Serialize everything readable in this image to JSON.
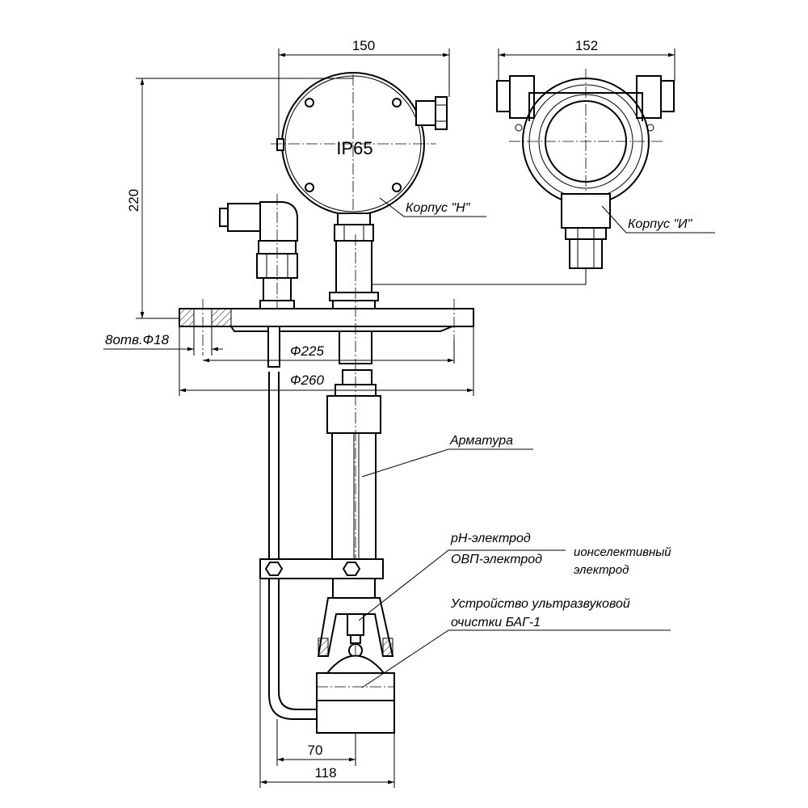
{
  "dimensions": {
    "d150": "150",
    "d152": "152",
    "d220": "220",
    "holes": "8отв.Ф18",
    "phi225": "Ф225",
    "phi260": "Ф260",
    "d70": "70",
    "d118": "118"
  },
  "labels": {
    "ip": "IP65",
    "housing_n": "Корпус \"Н\"",
    "housing_i": "Корпус \"И\"",
    "armature": "Арматура",
    "ph_electrode": "pH-электрод",
    "orp_electrode": "ОВП-электрод",
    "ion_selective_1": "ионселективный",
    "ion_selective_2": "электрод",
    "cleaning_1": "Устройство ультразвуковой",
    "cleaning_2": "очистки БАГ-1"
  }
}
